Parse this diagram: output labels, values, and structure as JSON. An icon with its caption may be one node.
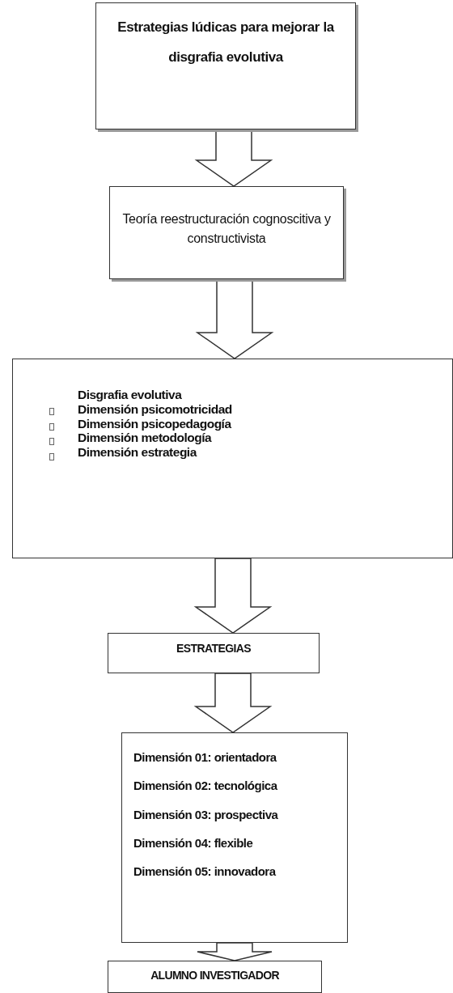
{
  "diagram": {
    "nodes": [
      {
        "text": [
          "Estrategias lúdicas para mejorar la disgrafia evolutiva"
        ]
      },
      {
        "text": [
          "Teoría reestructuración cognoscitiva y constructivista"
        ]
      },
      {
        "text": [
          "Disgrafia evolutiva",
          "Dimensión psicomotricidad",
          "Dimensión psicopedagogía",
          "Dimensión metodología",
          "Dimensión estrategia"
        ]
      },
      {
        "text": [
          "ESTRATEGIAS"
        ]
      },
      {
        "text": [
          "Dimensión 01: orientadora",
          "Dimensión 02: tecnológica",
          "Dimensión 03: prospectiva",
          "Dimensión 04: flexible",
          "Dimensión 05: innovadora"
        ]
      },
      {
        "text": [
          "ALUMNO INVESTIGADOR"
        ]
      }
    ],
    "edges": [
      {
        "from": 0,
        "to": 1,
        "arrow": "to"
      },
      {
        "from": 1,
        "to": 2,
        "arrow": "to"
      },
      {
        "from": 2,
        "to": 3,
        "arrow": "to"
      },
      {
        "from": 3,
        "to": 4,
        "arrow": "to"
      },
      {
        "from": 4,
        "to": 5,
        "arrow": "to"
      }
    ]
  }
}
